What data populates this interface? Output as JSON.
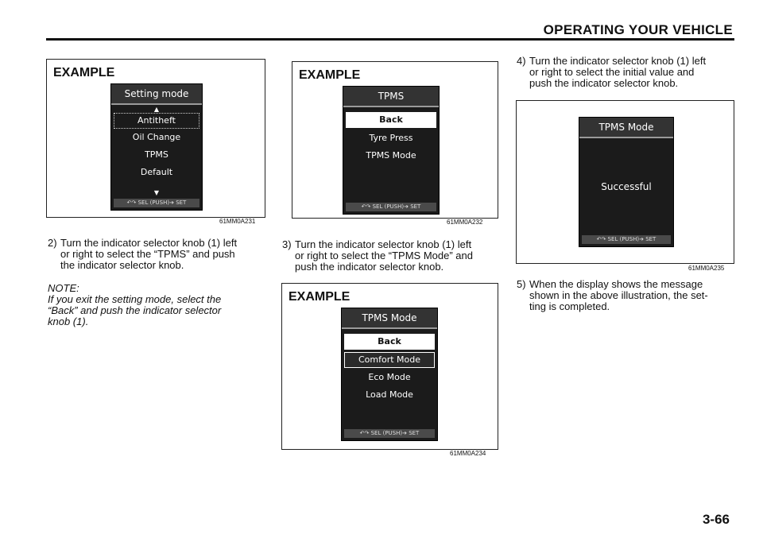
{
  "header": {
    "title": "OPERATING YOUR VEHICLE"
  },
  "panel1": {
    "label": "EXAMPLE",
    "screen": {
      "title": "Setting mode",
      "up_arrow": "▲",
      "selected": "Antitheft",
      "items": [
        "Oil Change",
        "TPMS",
        "Default"
      ],
      "down_arrow": "▼",
      "footer": "↶↷ SEL (PUSH)➔ SET"
    },
    "code": "61MM0A231"
  },
  "panel2": {
    "label": "EXAMPLE",
    "screen": {
      "title": "TPMS",
      "selected": "Back",
      "items": [
        "Tyre Press",
        "TPMS Mode"
      ],
      "footer": "↶↷ SEL (PUSH)➔ SET"
    },
    "code": "61MM0A232"
  },
  "panel3": {
    "label": "EXAMPLE",
    "screen": {
      "title": "TPMS Mode",
      "back": "Back",
      "selected": "Comfort Mode",
      "items": [
        "Eco Mode",
        "Load Mode"
      ],
      "footer": "↶↷ SEL (PUSH)➔ SET"
    },
    "code": "61MM0A234"
  },
  "panel4": {
    "screen": {
      "title": "TPMS Mode",
      "message": "Successful",
      "footer": "↶↷ SEL (PUSH)➔ SET"
    },
    "code": "61MM0A235"
  },
  "steps": {
    "s2": {
      "num": "2)",
      "lines": [
        "Turn the indicator selector knob (1) left",
        "or right to select the “TPMS” and push",
        "the indicator selector knob."
      ]
    },
    "s3": {
      "num": "3)",
      "lines": [
        "Turn the indicator selector knob (1) left",
        "or right to select the “TPMS Mode” and",
        "push the indicator selector knob."
      ]
    },
    "s4": {
      "num": "4)",
      "lines": [
        "Turn the indicator selector knob (1) left",
        "or right to select the initial value and",
        "push the indicator selector knob."
      ]
    },
    "s5": {
      "num": "5)",
      "lines": [
        "When the display shows the message",
        "shown in the above illustration, the set-",
        "ting is completed."
      ]
    }
  },
  "note": {
    "label": "NOTE:",
    "lines": [
      "If you exit the setting mode, select the",
      "“Back” and push the indicator selector",
      "knob (1)."
    ]
  },
  "page_number": "3-66"
}
